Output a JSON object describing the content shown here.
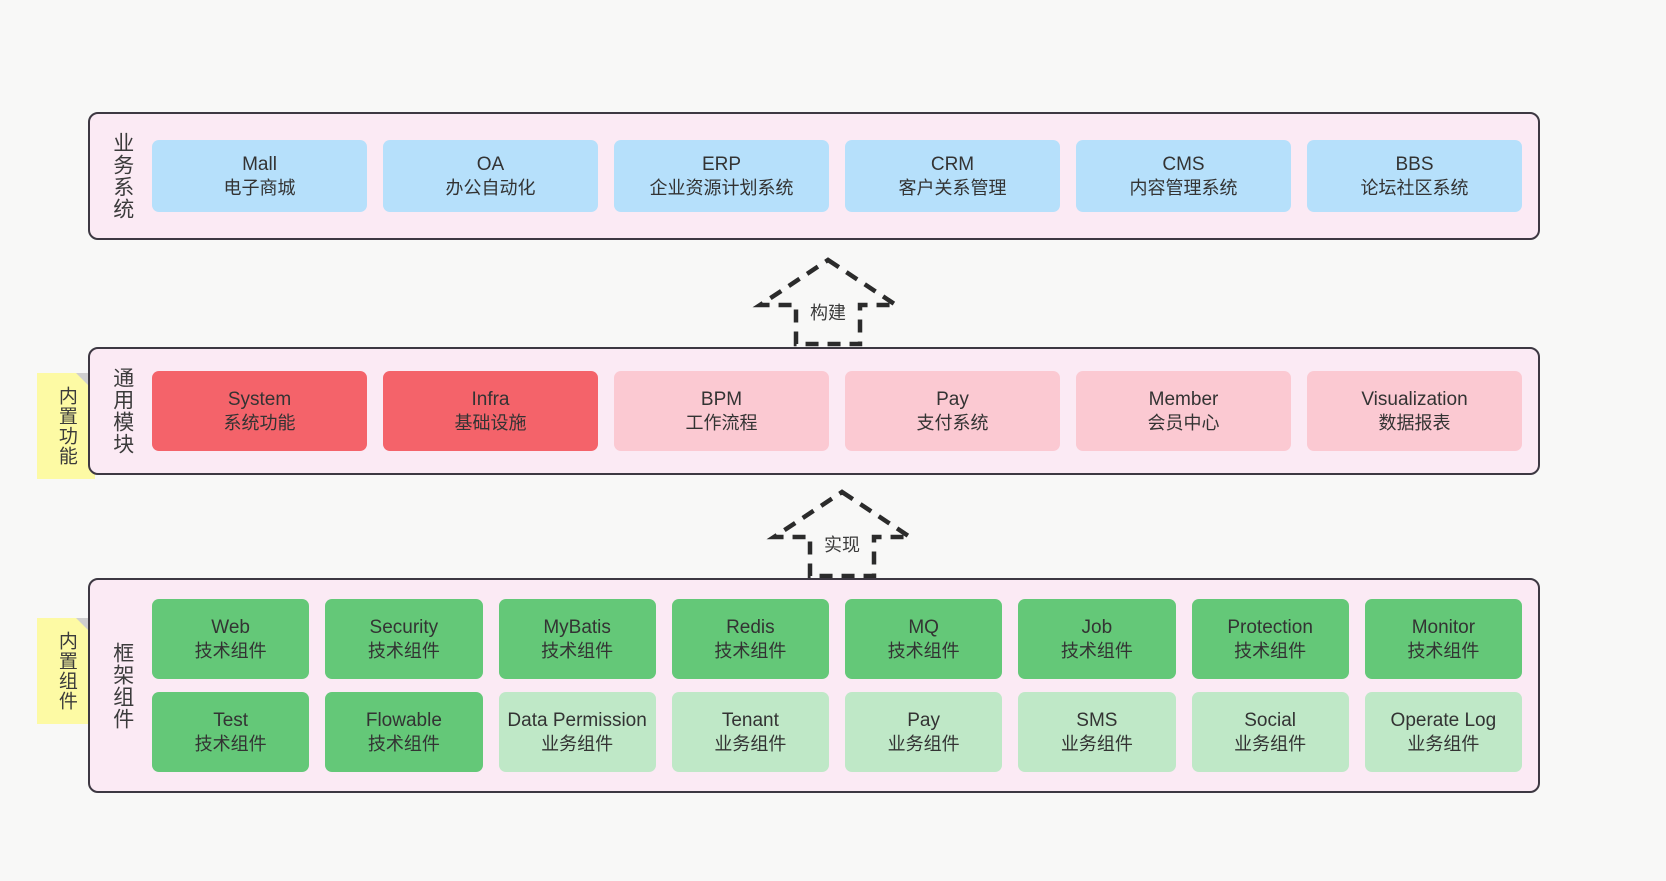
{
  "diagram": {
    "type": "layered-architecture",
    "background": "#f8f8f7",
    "colors": {
      "layer_bg": "#fbeaf4",
      "layer_border": "#3d3842",
      "business_card": "#b6e0fb",
      "module_active": "#f4636a",
      "module_plain": "#fbc9d2",
      "tech_component": "#64c878",
      "business_component": "#bfe8c7",
      "note_bg": "#fdfaa4",
      "note_fold": "#cfcfcf"
    }
  },
  "layers": [
    {
      "id": "business",
      "title": "业务系统",
      "cards": [
        {
          "en": "Mall",
          "cn": "电子商城"
        },
        {
          "en": "OA",
          "cn": "办公自动化"
        },
        {
          "en": "ERP",
          "cn": "企业资源计划系统"
        },
        {
          "en": "CRM",
          "cn": "客户关系管理"
        },
        {
          "en": "CMS",
          "cn": "内容管理系统"
        },
        {
          "en": "BBS",
          "cn": "论坛社区系统"
        }
      ]
    },
    {
      "id": "modules",
      "title": "通用模块",
      "note": "内置功能",
      "cards": [
        {
          "en": "System",
          "cn": "系统功能"
        },
        {
          "en": "Infra",
          "cn": "基础设施"
        },
        {
          "en": "BPM",
          "cn": "工作流程"
        },
        {
          "en": "Pay",
          "cn": "支付系统"
        },
        {
          "en": "Member",
          "cn": "会员中心"
        },
        {
          "en": "Visualization",
          "cn": "数据报表"
        }
      ]
    },
    {
      "id": "framework",
      "title": "框架组件",
      "note": "内置组件",
      "row1": [
        {
          "en": "Web",
          "cn": "技术组件"
        },
        {
          "en": "Security",
          "cn": "技术组件"
        },
        {
          "en": "MyBatis",
          "cn": "技术组件"
        },
        {
          "en": "Redis",
          "cn": "技术组件"
        },
        {
          "en": "MQ",
          "cn": "技术组件"
        },
        {
          "en": "Job",
          "cn": "技术组件"
        },
        {
          "en": "Protection",
          "cn": "技术组件"
        },
        {
          "en": "Monitor",
          "cn": "技术组件"
        }
      ],
      "row2": [
        {
          "en": "Test",
          "cn": "技术组件"
        },
        {
          "en": "Flowable",
          "cn": "技术组件"
        },
        {
          "en": "Data Permission",
          "cn": "业务组件"
        },
        {
          "en": "Tenant",
          "cn": "业务组件"
        },
        {
          "en": "Pay",
          "cn": "业务组件"
        },
        {
          "en": "SMS",
          "cn": "业务组件"
        },
        {
          "en": "Social",
          "cn": "业务组件"
        },
        {
          "en": "Operate Log",
          "cn": "业务组件"
        }
      ]
    }
  ],
  "arrows": [
    {
      "id": "build",
      "label": "构建",
      "style": "dashed-hollow-up"
    },
    {
      "id": "implement",
      "label": "实现",
      "style": "dashed-hollow-up"
    }
  ]
}
